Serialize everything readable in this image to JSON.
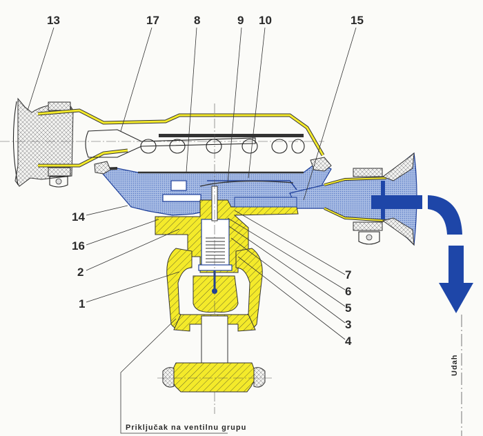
{
  "diagram": {
    "type": "technical-cross-section",
    "colors": {
      "yellow_parts": "#f4ea2a",
      "blue_flow": "#8ea6d8",
      "flow_arrow": "#1e46a8",
      "outline": "#222222"
    },
    "part_labels": [
      {
        "id": "13",
        "text": "13"
      },
      {
        "id": "17",
        "text": "17"
      },
      {
        "id": "8",
        "text": "8"
      },
      {
        "id": "9",
        "text": "9"
      },
      {
        "id": "10",
        "text": "10"
      },
      {
        "id": "15",
        "text": "15"
      },
      {
        "id": "14",
        "text": "14"
      },
      {
        "id": "16",
        "text": "16"
      },
      {
        "id": "2",
        "text": "2"
      },
      {
        "id": "1",
        "text": "1"
      },
      {
        "id": "7",
        "text": "7"
      },
      {
        "id": "6",
        "text": "6"
      },
      {
        "id": "5",
        "text": "5"
      },
      {
        "id": "3",
        "text": "3"
      },
      {
        "id": "4",
        "text": "4"
      }
    ],
    "connection_caption": "Priključak na ventilnu grupu",
    "outlet_caption": "Udah"
  }
}
